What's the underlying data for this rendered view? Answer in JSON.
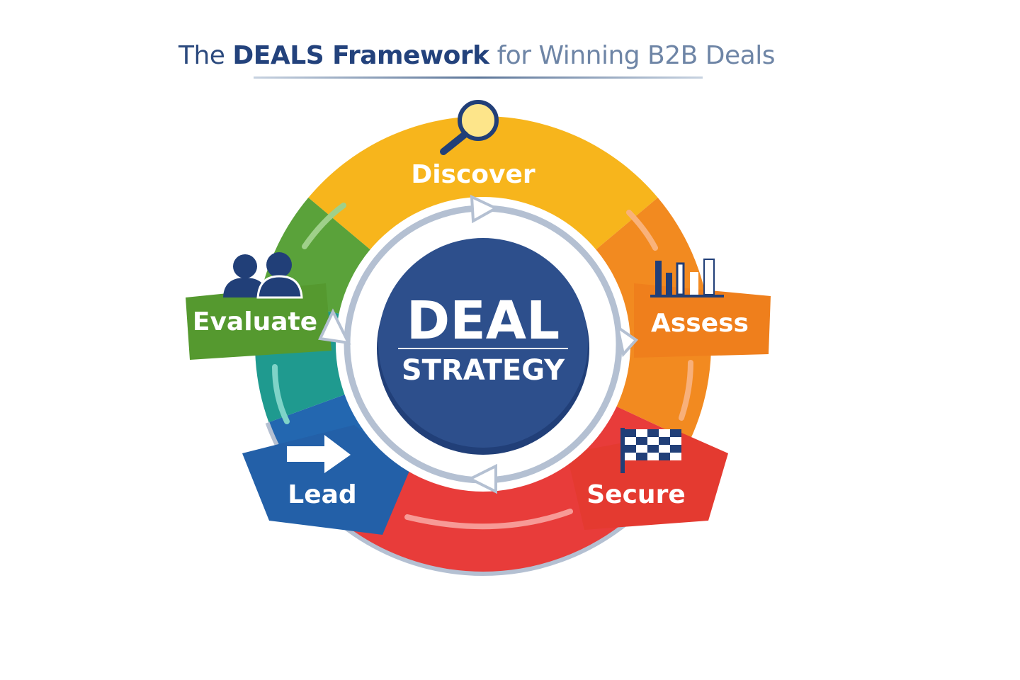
{
  "title": {
    "part1": "The",
    "part2": "DEALS Framework",
    "part3": "for Winning B2B Deals"
  },
  "center": {
    "line1": "DEAL",
    "line2": "STRATEGY"
  },
  "stages": [
    {
      "label": "Discover",
      "color": "#f7b51c",
      "icon": "magnifier-icon"
    },
    {
      "label": "Assess",
      "color": "#f28a20",
      "icon": "bar-chart-icon"
    },
    {
      "label": "Secure",
      "color": "#e83c3a",
      "icon": "checkered-flag-icon"
    },
    {
      "label": "Lead",
      "color": "#2367b0",
      "icon": "arrow-right-icon"
    },
    {
      "label": "Evaluate",
      "color": "#5aa23a",
      "icon": "people-icon"
    }
  ],
  "colors": {
    "teal": "#1f9a8f",
    "center": "#2d4f8c",
    "ring": "#b4c0d2"
  }
}
